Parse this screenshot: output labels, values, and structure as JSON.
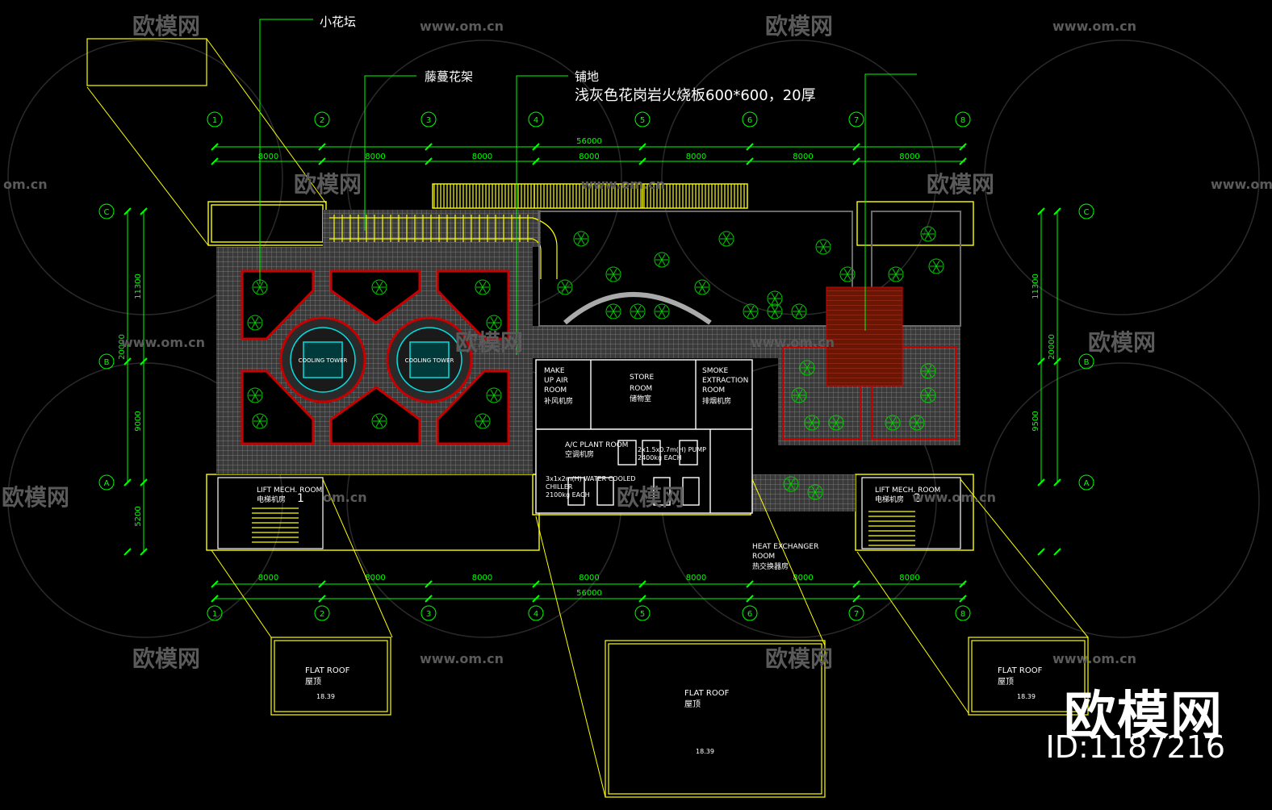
{
  "callouts": {
    "flowerbed": "小花坛",
    "vine_trellis": "藤蔓花架",
    "paving_title": "铺地",
    "paving_spec": "浅灰色花岗岩火烧板600*600，20厚"
  },
  "grid_columns": [
    "1",
    "2",
    "3",
    "4",
    "5",
    "6",
    "7",
    "8"
  ],
  "grid_rows": [
    "C",
    "B",
    "A"
  ],
  "dimensions": {
    "total_top": "56000",
    "spans_top": [
      "8000",
      "8000",
      "8000",
      "8000",
      "8000",
      "8000",
      "8000"
    ],
    "total_bottom": "56000",
    "spans_bottom": [
      "8000",
      "8000",
      "8000",
      "8000",
      "8000",
      "8000",
      "8000"
    ],
    "left_total": "20000",
    "left_parts": [
      "11300",
      "9000",
      "5200"
    ],
    "right_total": "20000",
    "right_parts": [
      "11300",
      "9500"
    ]
  },
  "rooms": {
    "make_up_air_en": [
      "MAKE",
      "UP AIR",
      "ROOM"
    ],
    "make_up_air_cn": "补风机房",
    "store_en": [
      "STORE",
      "ROOM"
    ],
    "store_cn": "储物室",
    "smoke_en": [
      "SMOKE",
      "EXTRACTION",
      "ROOM"
    ],
    "smoke_cn": "排烟机房",
    "ac_plant_en": "A/C PLANT ROOM",
    "ac_plant_cn": "空调机房",
    "pump_spec": [
      "2x1.5x0.7m(H) PUMP",
      "2400kg EACH"
    ],
    "chiller_spec": [
      "3x1x2m(H) WATER COOLED",
      "CHILLER",
      "2100kg EACH"
    ],
    "lift_en": "LIFT MECH. ROOM",
    "lift_cn": "电梯机房",
    "lift1_num": "1",
    "lift2_num": "2",
    "heat_en": [
      "HEAT EXCHANGER",
      "ROOM"
    ],
    "heat_cn": "热交换器房",
    "cooling_tower": "COOLING TOWER"
  },
  "roofs": {
    "label_en": "FLAT ROOF",
    "label_cn": "屋顶",
    "level": "18.39"
  },
  "watermarks": {
    "brand": "欧模网",
    "url": "www.om.cn",
    "url_short": "om.cn",
    "id": "ID:1187216"
  },
  "colors": {
    "background": "#000000",
    "dim_green": "#00ff00",
    "outline_yellow": "#ffff00",
    "hatch_gray": "#9a9a9a",
    "border_red": "#c80000",
    "deck_brown": "#7a1a08",
    "tower_cyan": "#00e0e0",
    "white_text": "#ffffff"
  }
}
